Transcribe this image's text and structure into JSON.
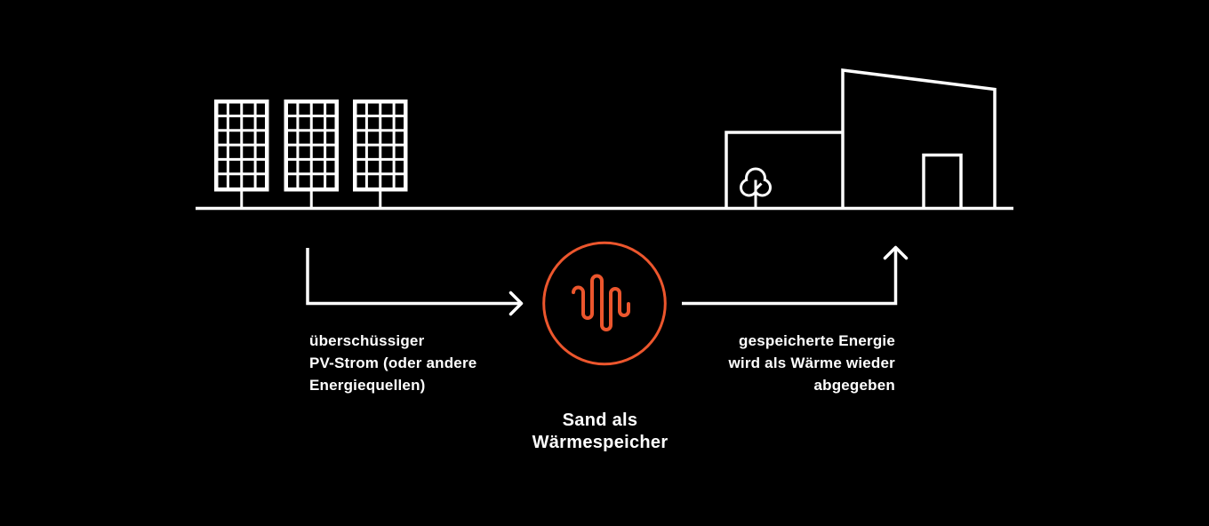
{
  "colors": {
    "background": "#000000",
    "line": "#ffffff",
    "text": "#ffffff",
    "accent": "#EC562D"
  },
  "diagram": {
    "input_label": {
      "lines": [
        "überschüssiger",
        "PV-Strom (oder andere",
        "Energiequellen)"
      ]
    },
    "output_label": {
      "lines": [
        "gespeicherte Energie",
        "wird als Wärme wieder",
        "abgegeben"
      ]
    },
    "storage_label": {
      "lines": [
        "Sand als",
        "Wärmespeicher"
      ]
    },
    "icons": {
      "source": "solar-panels-icon",
      "storage": "heat-wave-icon",
      "consumer": "factory-building-icon",
      "environment": "tree-icon",
      "input_flow": "arrow-right-icon",
      "output_flow": "arrow-up-icon"
    }
  }
}
